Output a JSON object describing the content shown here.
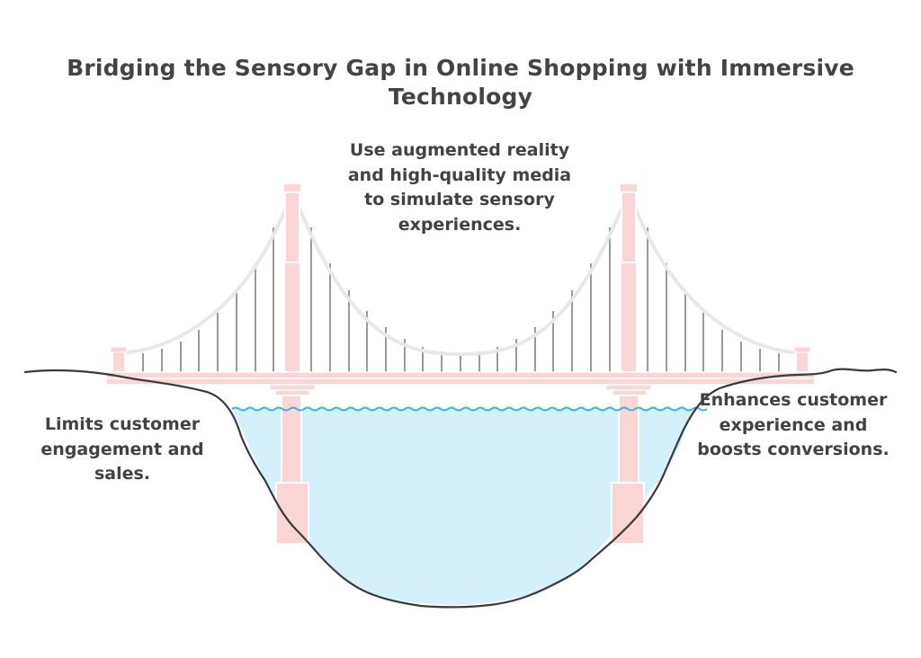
{
  "diagram": {
    "title": "Bridging the Sensory Gap in Online Shopping with Immersive Technology",
    "solution_text": "Use augmented reality and high-quality media to simulate sensory experiences.",
    "problem_text": "Limits customer engagement and sales.",
    "outcome_text": "Enhances customer experience and boosts conversions.",
    "colors": {
      "water": "#d4f1fb",
      "water_line": "#2cb6e8",
      "bridge": "#fcd6d6",
      "bridge_edge": "#f3c3c3",
      "cable": "#e8e8e8",
      "hanger": "#9a9a9a",
      "ground": "#3a3a3a",
      "text": "#424242"
    }
  }
}
